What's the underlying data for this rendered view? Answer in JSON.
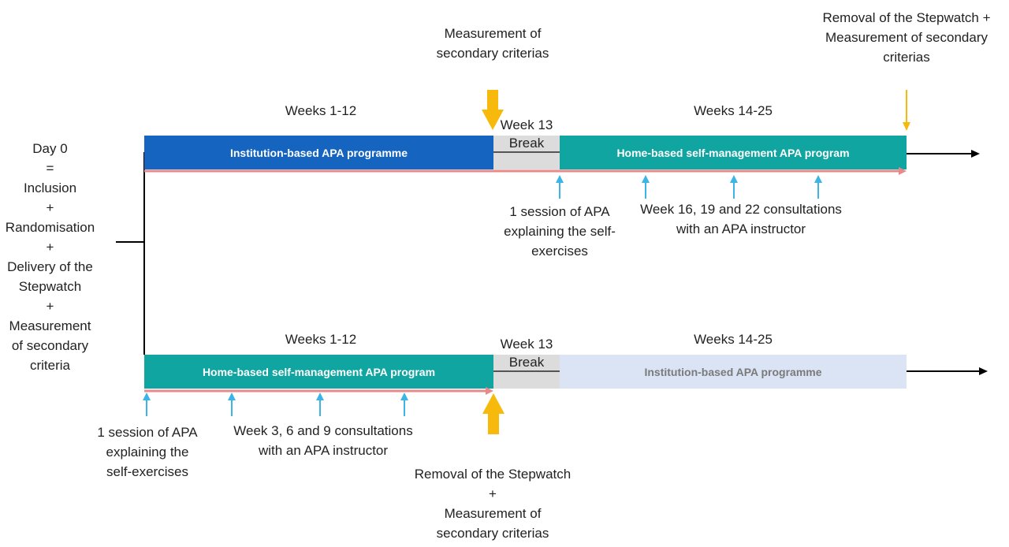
{
  "colors": {
    "institution_bar": "#1565c0",
    "home_bar": "#10a5a0",
    "faded_bar": "#dbe4f4",
    "faded_text": "#7a7a7a",
    "break_fill": "#dcdcdc",
    "timeline_red": "#e98a8a",
    "event_arrow_blue": "#3cb4e6",
    "measure_arrow_yellow": "#f6b90c"
  },
  "day0": {
    "text": "Day 0\n=\nInclusion\n+\nRandomisation\n+\nDelivery of the\nStepwatch\n+\nMeasurement\nof secondary\ncriteria"
  },
  "top_arm": {
    "measure_label": "Measurement of\nsecondary criterias",
    "end_label": "Removal of the Stepwatch +\nMeasurement of secondary\ncriterias",
    "weeks_1_12": "Weeks 1-12",
    "week_13": "Week 13",
    "weeks_14_25": "Weeks 14-25",
    "bar1": "Institution-based  APA programme",
    "break": "Break",
    "bar2": "Home-based self-management APA program",
    "session_label": "1 session of APA\nexplaining the self-\nexercises",
    "consult_label": "Week 16, 19 and 22 consultations\nwith an APA instructor"
  },
  "bottom_arm": {
    "weeks_1_12": "Weeks 1-12",
    "week_13": "Week 13",
    "weeks_14_25": "Weeks 14-25",
    "bar1": "Home-based self-management APA program",
    "break": "Break",
    "bar2": "Institution-based  APA programme",
    "session_label": "1 session of APA\nexplaining the\nself-exercises",
    "consult_label": "Week 3, 6 and 9 consultations\nwith an APA instructor",
    "measure_label": "Removal of the Stepwatch\n+\nMeasurement of\nsecondary criterias"
  }
}
